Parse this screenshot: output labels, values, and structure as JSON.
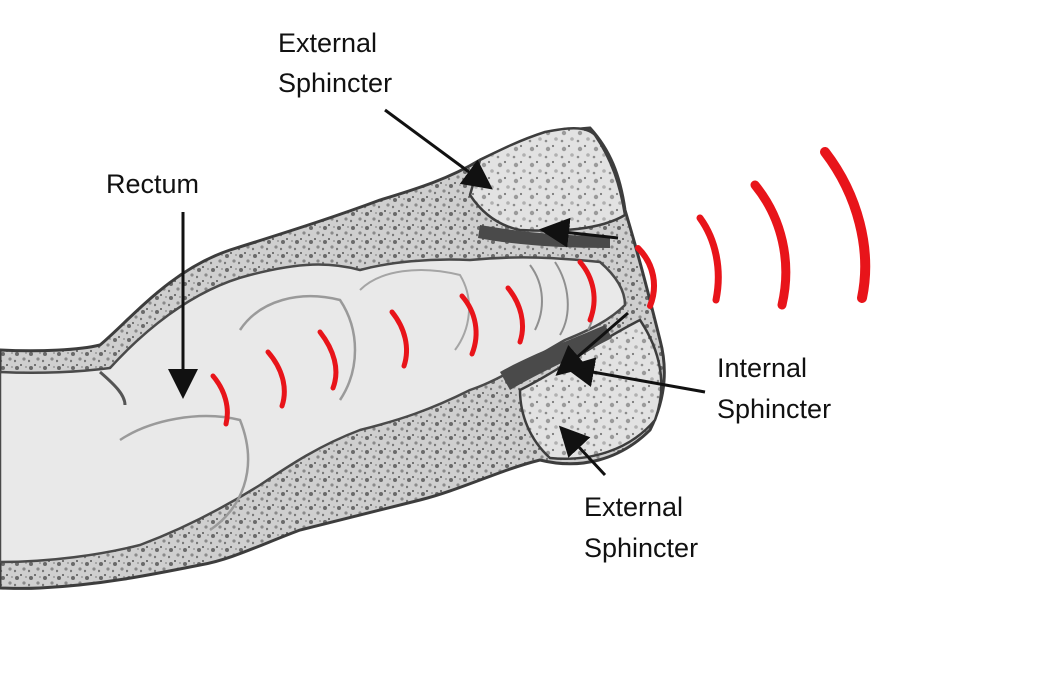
{
  "labels": {
    "rectum": "Rectum",
    "external_top_line1": "External",
    "external_top_line2": "Sphincter",
    "internal_line1": "Internal",
    "internal_line2": "Sphincter",
    "external_bottom_line1": "External",
    "external_bottom_line2": "Sphincter"
  },
  "colors": {
    "wave": "#e8141a",
    "tissue_outline": "#3d3d3d",
    "tissue_fill": "#d4d4d4",
    "lumen": "#e9e9e9",
    "arrow": "#111111"
  }
}
